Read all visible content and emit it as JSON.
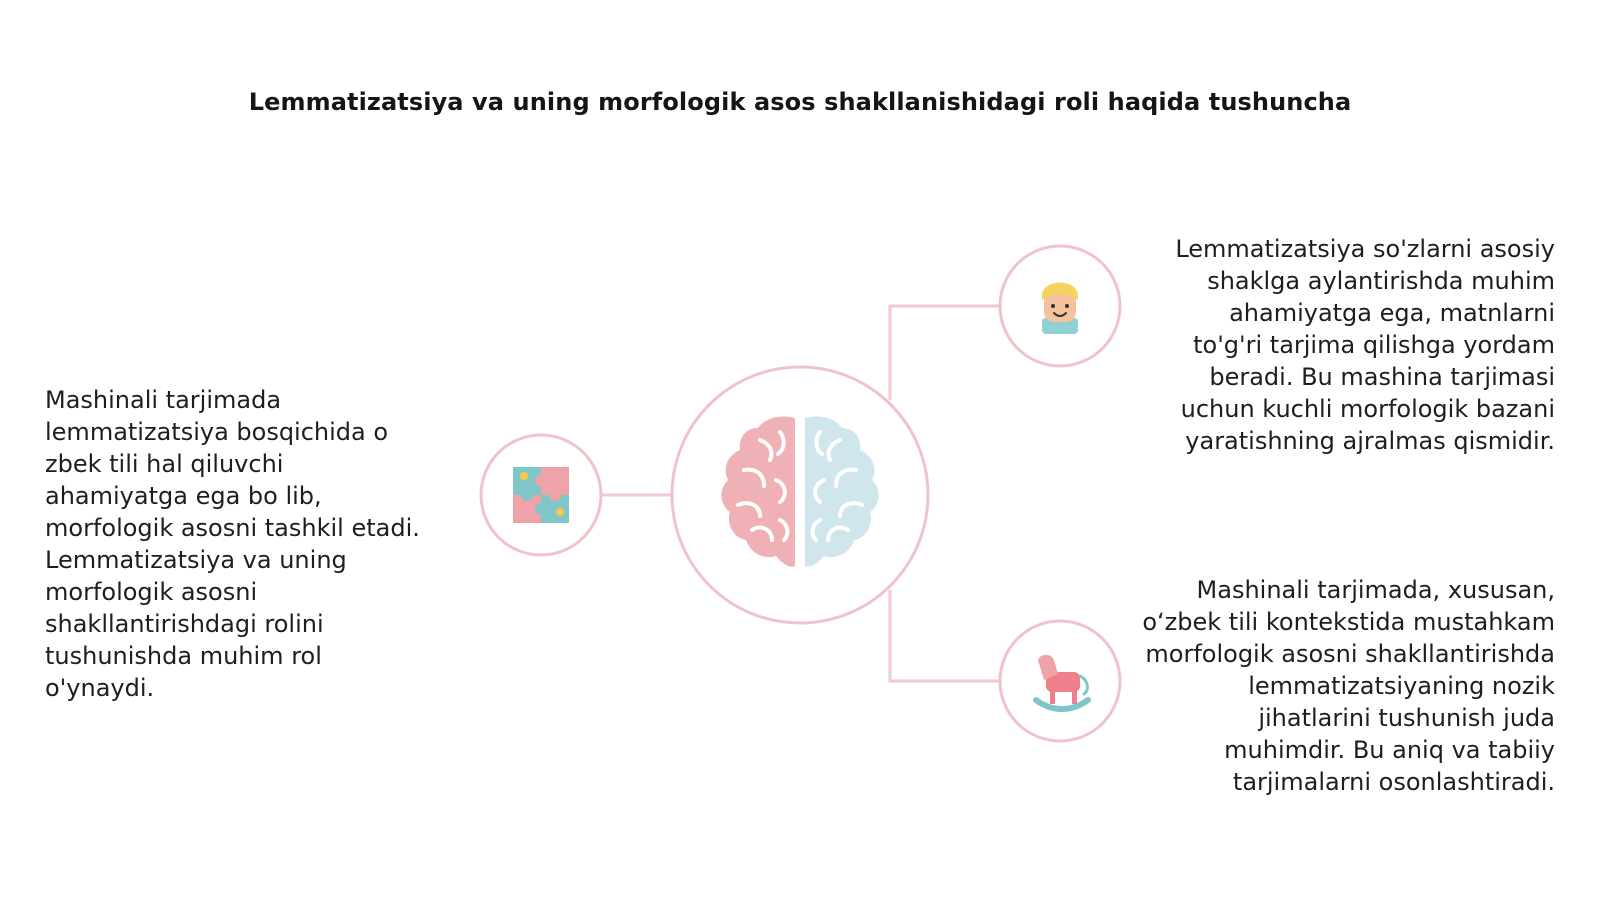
{
  "title": "Lemmatizatsiya va uning morfologik asos shakllanishidagi roli haqida tushuncha",
  "nodes": {
    "center": {
      "icon": "brain-icon"
    },
    "left": {
      "icon": "puzzle-icon",
      "text": "Mashinali tarjimada lemmatizatsiya bosqichida o zbek tili hal qiluvchi ahamiyatga ega bo lib, morfologik asosni tashkil etadi. Lemmatizatsiya va uning morfologik asosni shakllantirishdagi rolini tushunishda muhim rol o'ynaydi."
    },
    "right_top": {
      "icon": "child-face-icon",
      "text": "Lemmatizatsiya so'zlarni asosiy shaklga aylantirishda muhim ahamiyatga ega, matnlarni to'g'ri tarjima qilishga yordam beradi. Bu mashina tarjimasi uchun kuchli morfologik bazani yaratishning ajralmas qismidir."
    },
    "right_bottom": {
      "icon": "rocking-horse-icon",
      "text": "Mashinali tarjimada, xususan, o‘zbek tili kontekstida mustahkam morfologik asosni shakllantirishda lemmatizatsiyaning nozik jihatlarini tushunish juda muhimdir. Bu aniq va tabiiy tarjimalarni osonlashtiradi."
    }
  },
  "colors": {
    "connector": "#f2c9cd",
    "circle_stroke": "#efc3c8",
    "brain_left": "#efb1b6",
    "brain_right": "#cfe6ec",
    "title": "#151515",
    "text": "#1e1e1e"
  }
}
